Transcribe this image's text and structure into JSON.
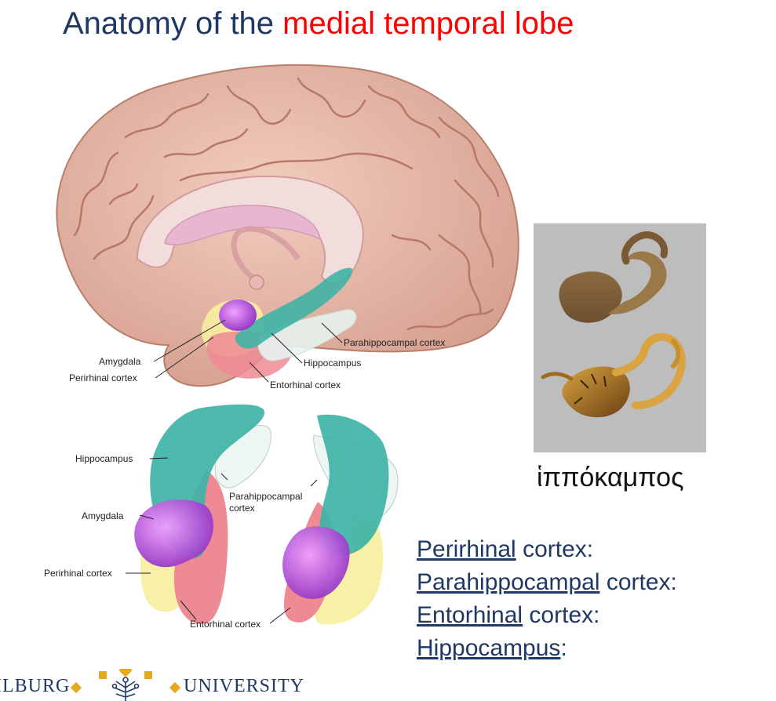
{
  "title": {
    "part1": "Anatomy of the ",
    "part2": "medial temporal lobe",
    "color_part1": "#1f3864",
    "color_part2": "#ff0000"
  },
  "top_diagram_labels": {
    "amygdala": "Amygdala",
    "perirhinal": "Perirhinal cortex",
    "entorhinal": "Entorhinal cortex",
    "hippocampus": "Hippocampus",
    "parahippocampal": "Parahippocampal cortex"
  },
  "bottom_diagram_labels": {
    "hippocampus": "Hippocampus",
    "amygdala": "Amygdala",
    "perirhinal": "Perirhinal cortex",
    "parahippocampal_line1": "Parahippocampal",
    "parahippocampal_line2": "cortex",
    "entorhinal": "Entorhinal cortex"
  },
  "photo_caption": "ἱππόκαμπος",
  "terms": [
    {
      "word": "Perirhinal",
      "rest": " cortex:"
    },
    {
      "word": "Parahippocampal",
      "rest": " cortex:"
    },
    {
      "word": "Entorhinal",
      "rest": " cortex:"
    },
    {
      "word": "Hippocampus",
      "rest": ":"
    }
  ],
  "logo": {
    "left_word": "ILBURG",
    "right_word": "UNIVERSITY"
  },
  "colors": {
    "brain": "#e8b8a8",
    "hippocampus": "#3fb3a6",
    "amygdala": "#a24fd1",
    "entorhinal": "#ee8a93",
    "perirhinal": "#f7f0a6",
    "parahippocampal": "#e4f2ec",
    "logo_gold": "#e6a81c"
  }
}
